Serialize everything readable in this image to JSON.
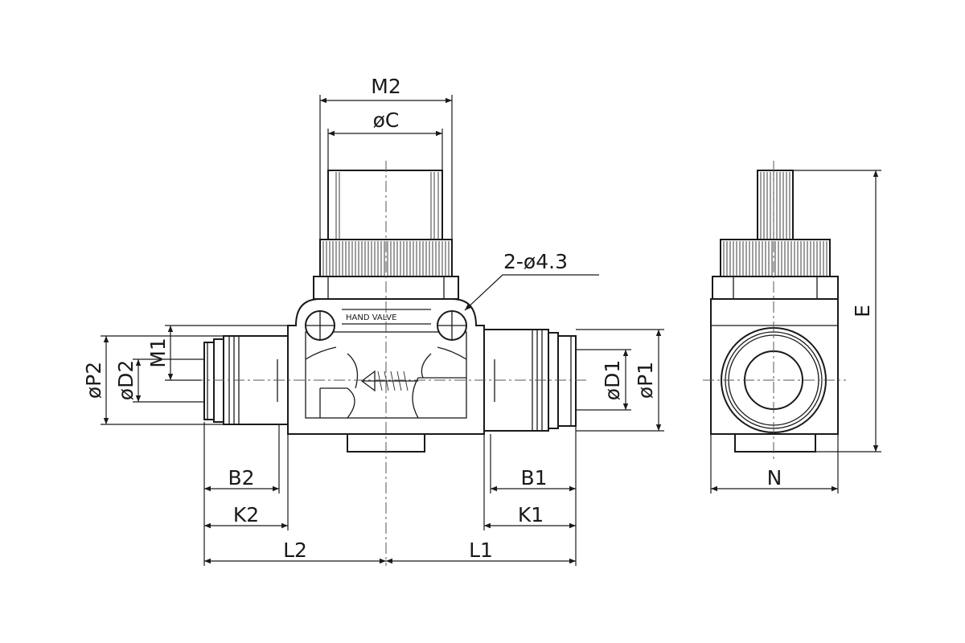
{
  "labels": {
    "m2": "M2",
    "phi_c": "øC",
    "holes": "2-ø4.3",
    "hand_valve": "HAND VALVE",
    "m1": "M1",
    "phi_p2": "øP2",
    "phi_d2": "øD2",
    "phi_d1": "øD1",
    "phi_p1": "øP1",
    "b2": "B2",
    "k2": "K2",
    "b1": "B1",
    "k1": "K1",
    "l2": "L2",
    "l1": "L1",
    "e": "E",
    "n": "N"
  },
  "colors": {
    "line": "#1a1a1a",
    "background": "#ffffff"
  }
}
